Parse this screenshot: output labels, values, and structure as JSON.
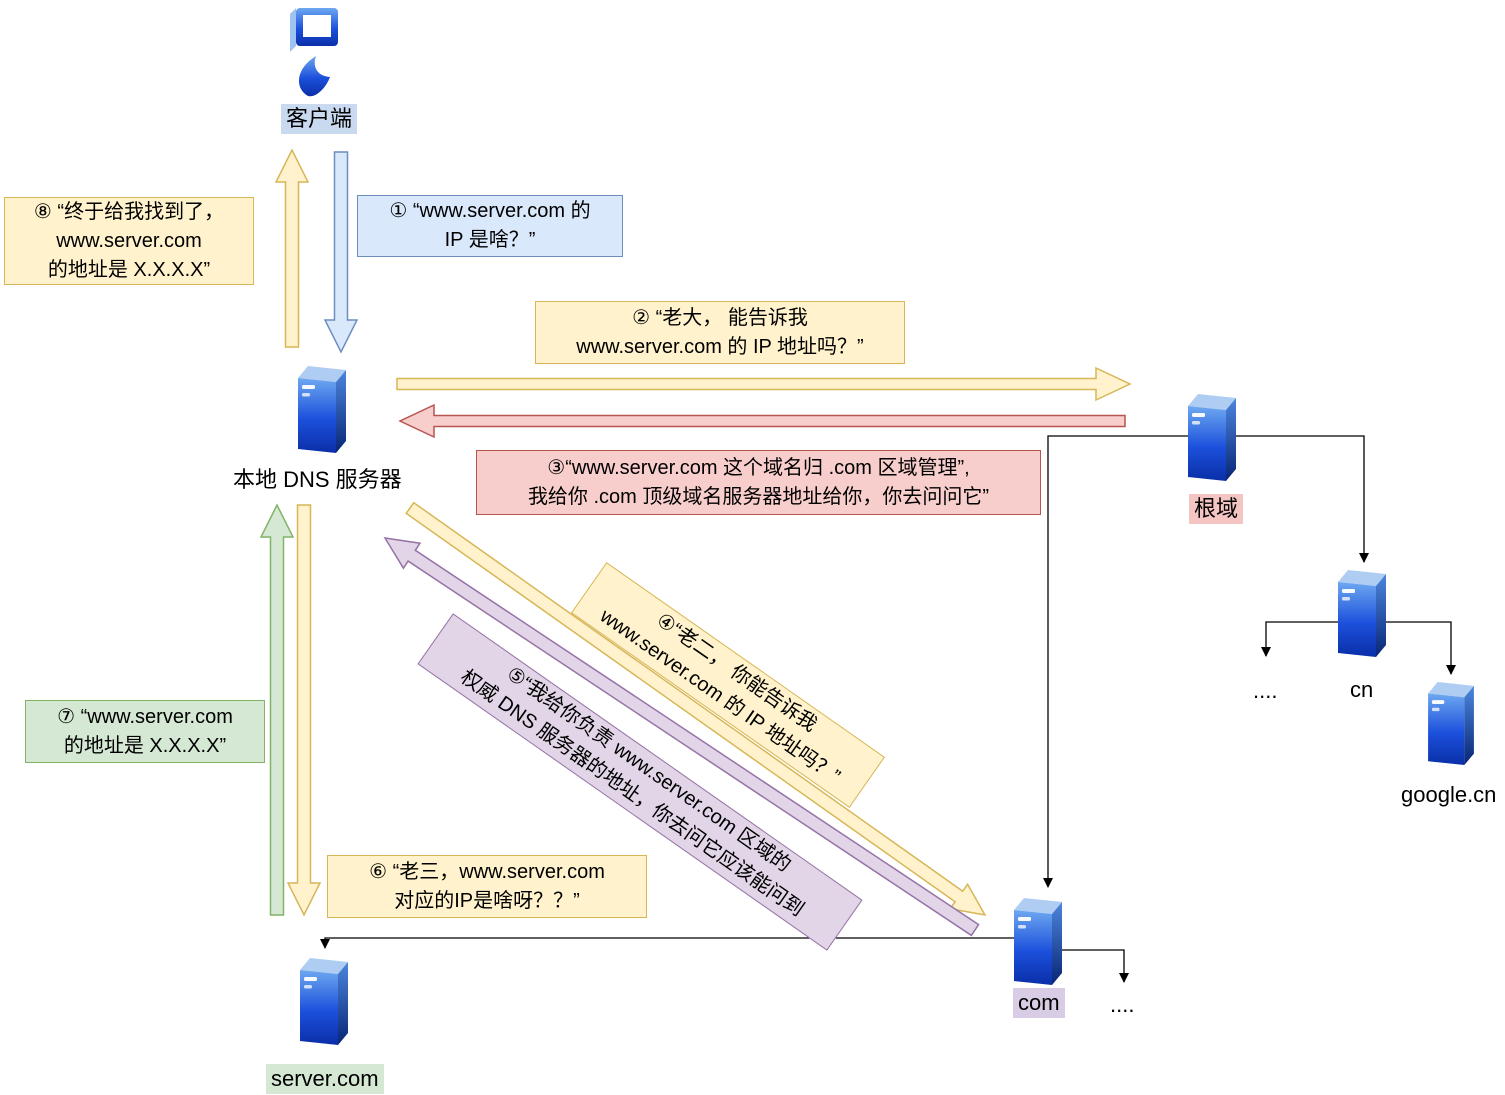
{
  "palette": {
    "yellow_fill": "#FFF2CC",
    "yellow_stroke": "#D6B656",
    "blue_fill": "#DAE8FC",
    "blue_stroke": "#6C8EBF",
    "red_fill": "#F8CECC",
    "red_stroke": "#B85450",
    "purple_fill": "#E1D5E7",
    "purple_stroke": "#9673A6",
    "green_fill": "#D5E8D4",
    "green_stroke": "#82B366",
    "server_blue": "#1C50DC"
  },
  "nodes": {
    "client": "客户端",
    "local_dns": "本地 DNS 服务器",
    "root": "根域",
    "cn": "cn",
    "cn_ellipsis": "....",
    "google_cn": "google.cn",
    "com": "com",
    "com_ellipsis": "....",
    "server_com": "server.com"
  },
  "messages": {
    "step1": "① “www.server.com 的\nIP 是啥？”",
    "step2": "② “老大， 能告诉我\nwww.server.com 的 IP 地址吗？”",
    "step3": "③“www.server.com 这个域名归 .com 区域管理”,\n我给你 .com 顶级域名服务器地址给你，你去问问它”",
    "step4": "④“老二， 你能告诉我\nwww.server.com 的 IP 地址吗？”",
    "step5": "⑤“我给你负责 www.server.com 区域的\n权威 DNS 服务器的地址，你去问它应该能问到",
    "step6": "⑥ “老三，www.server.com\n对应的IP是啥呀？？”",
    "step7": "⑦ “www.server.com\n的地址是 X.X.X.X”",
    "step8": "⑧ “终于给我找到了，\nwww.server.com\n的地址是 X.X.X.X”"
  }
}
